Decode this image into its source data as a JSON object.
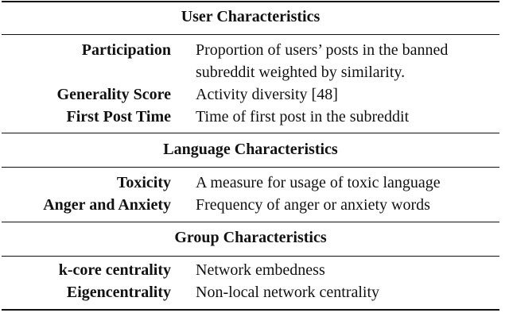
{
  "sections": [
    {
      "title": "User Characteristics",
      "rows": [
        {
          "label": "Participation",
          "desc": [
            "Proportion of users’ posts in the banned",
            "subreddit weighted by similarity."
          ]
        },
        {
          "label": "Generality Score",
          "desc": [
            "Activity diversity [48]"
          ]
        },
        {
          "label": "First Post Time",
          "desc": [
            "Time of first post in the subreddit"
          ]
        }
      ]
    },
    {
      "title": "Language Characteristics",
      "rows": [
        {
          "label": "Toxicity",
          "desc": [
            "A measure for usage of toxic language"
          ]
        },
        {
          "label": "Anger and Anxiety",
          "desc": [
            "Frequency of anger or anxiety words"
          ]
        }
      ]
    },
    {
      "title": "Group Characteristics",
      "rows": [
        {
          "label": "k-core centrality",
          "desc": [
            "Network embedness"
          ]
        },
        {
          "label": "Eigencentrality",
          "desc": [
            "Non-local network centrality"
          ]
        }
      ]
    }
  ]
}
